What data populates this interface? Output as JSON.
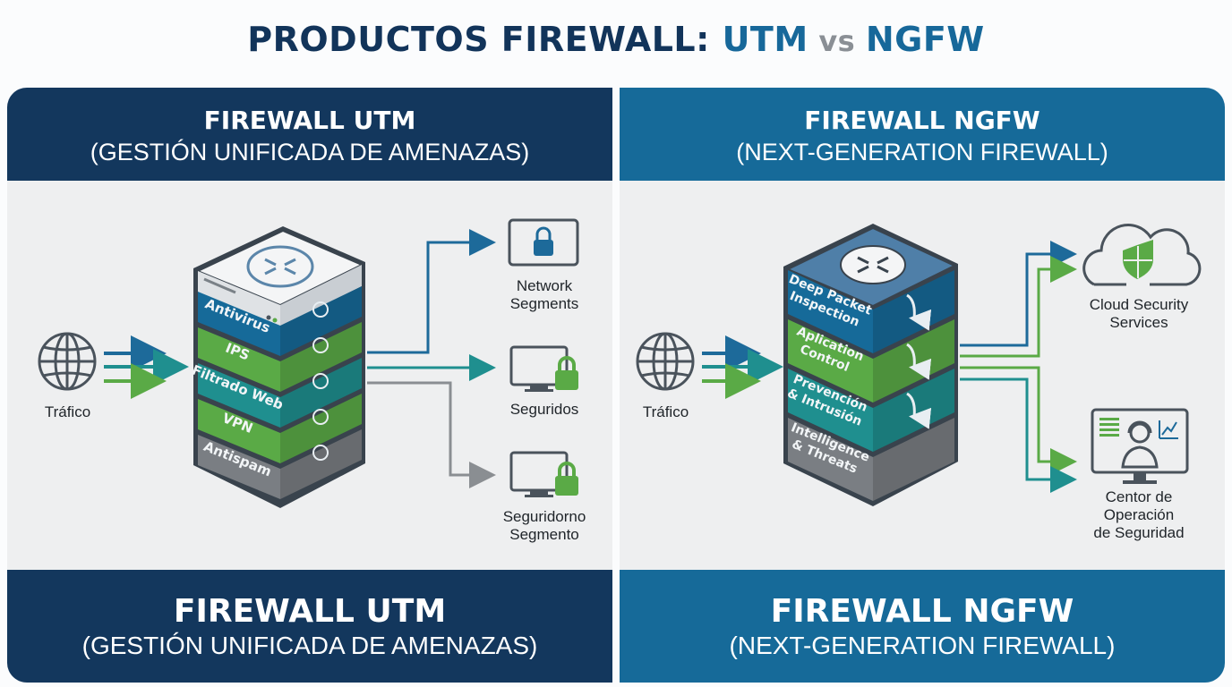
{
  "title": {
    "part1": "PRODUCTOS FIREWALL: ",
    "part2": "UTM",
    "part3": " vs ",
    "part4": "NGFW"
  },
  "colors": {
    "navy": "#13375d",
    "blue": "#166a99",
    "green": "#5aaa46",
    "teal": "#1f8f8f",
    "gray": "#7a7e83"
  },
  "utm": {
    "header_title": "FIREWALL UTM",
    "header_subtitle": "(GESTIÓN UNIFICADA DE AMENAZAS)",
    "traffic_label": "Tráfico",
    "layers": [
      {
        "label": "Antivirus",
        "icon": "shield-check-icon"
      },
      {
        "label": "IPS",
        "icon": "bug-icon"
      },
      {
        "label": "Filtrado Web",
        "icon": "globe-icon"
      },
      {
        "label": "VPN",
        "icon": "vpn-tunnel-icon"
      },
      {
        "label": "Antispam",
        "icon": "envelope-icon"
      }
    ],
    "outputs": [
      {
        "label_line1": "Network",
        "label_line2": "Segments",
        "icon": "lock-screen-icon"
      },
      {
        "label_line1": "Seguridos",
        "label_line2": "",
        "icon": "monitor-lock-icon"
      },
      {
        "label_line1": "Seguridorno",
        "label_line2": "Segmento",
        "icon": "monitor-lock-icon"
      }
    ],
    "footer_title": "FIREWALL UTM",
    "footer_subtitle": "(GESTIÓN UNIFICADA DE AMENAZAS)"
  },
  "ngfw": {
    "header_title": "FIREWALL NGFW",
    "header_subtitle": "(NEXT-GENERATION FIREWALL)",
    "traffic_label": "Tráfico",
    "layers": [
      {
        "line1": "Deep Packet",
        "line2": "Inspection"
      },
      {
        "line1": "Aplication",
        "line2": "Control"
      },
      {
        "line1": "Prevención",
        "line2": "& Intrusión"
      },
      {
        "line1": "Intelligence",
        "line2": "& Threats"
      }
    ],
    "outputs": [
      {
        "label_line1": "Cloud Security",
        "label_line2": "Services",
        "label_line3": "",
        "icon": "cloud-shield-icon"
      },
      {
        "label_line1": "Centor de",
        "label_line2": "Operación",
        "label_line3": "de Seguridad",
        "icon": "soc-operator-icon"
      }
    ],
    "footer_title": "FIREWALL NGFW",
    "footer_subtitle": "(NEXT-GENERATION FIREWALL)"
  }
}
